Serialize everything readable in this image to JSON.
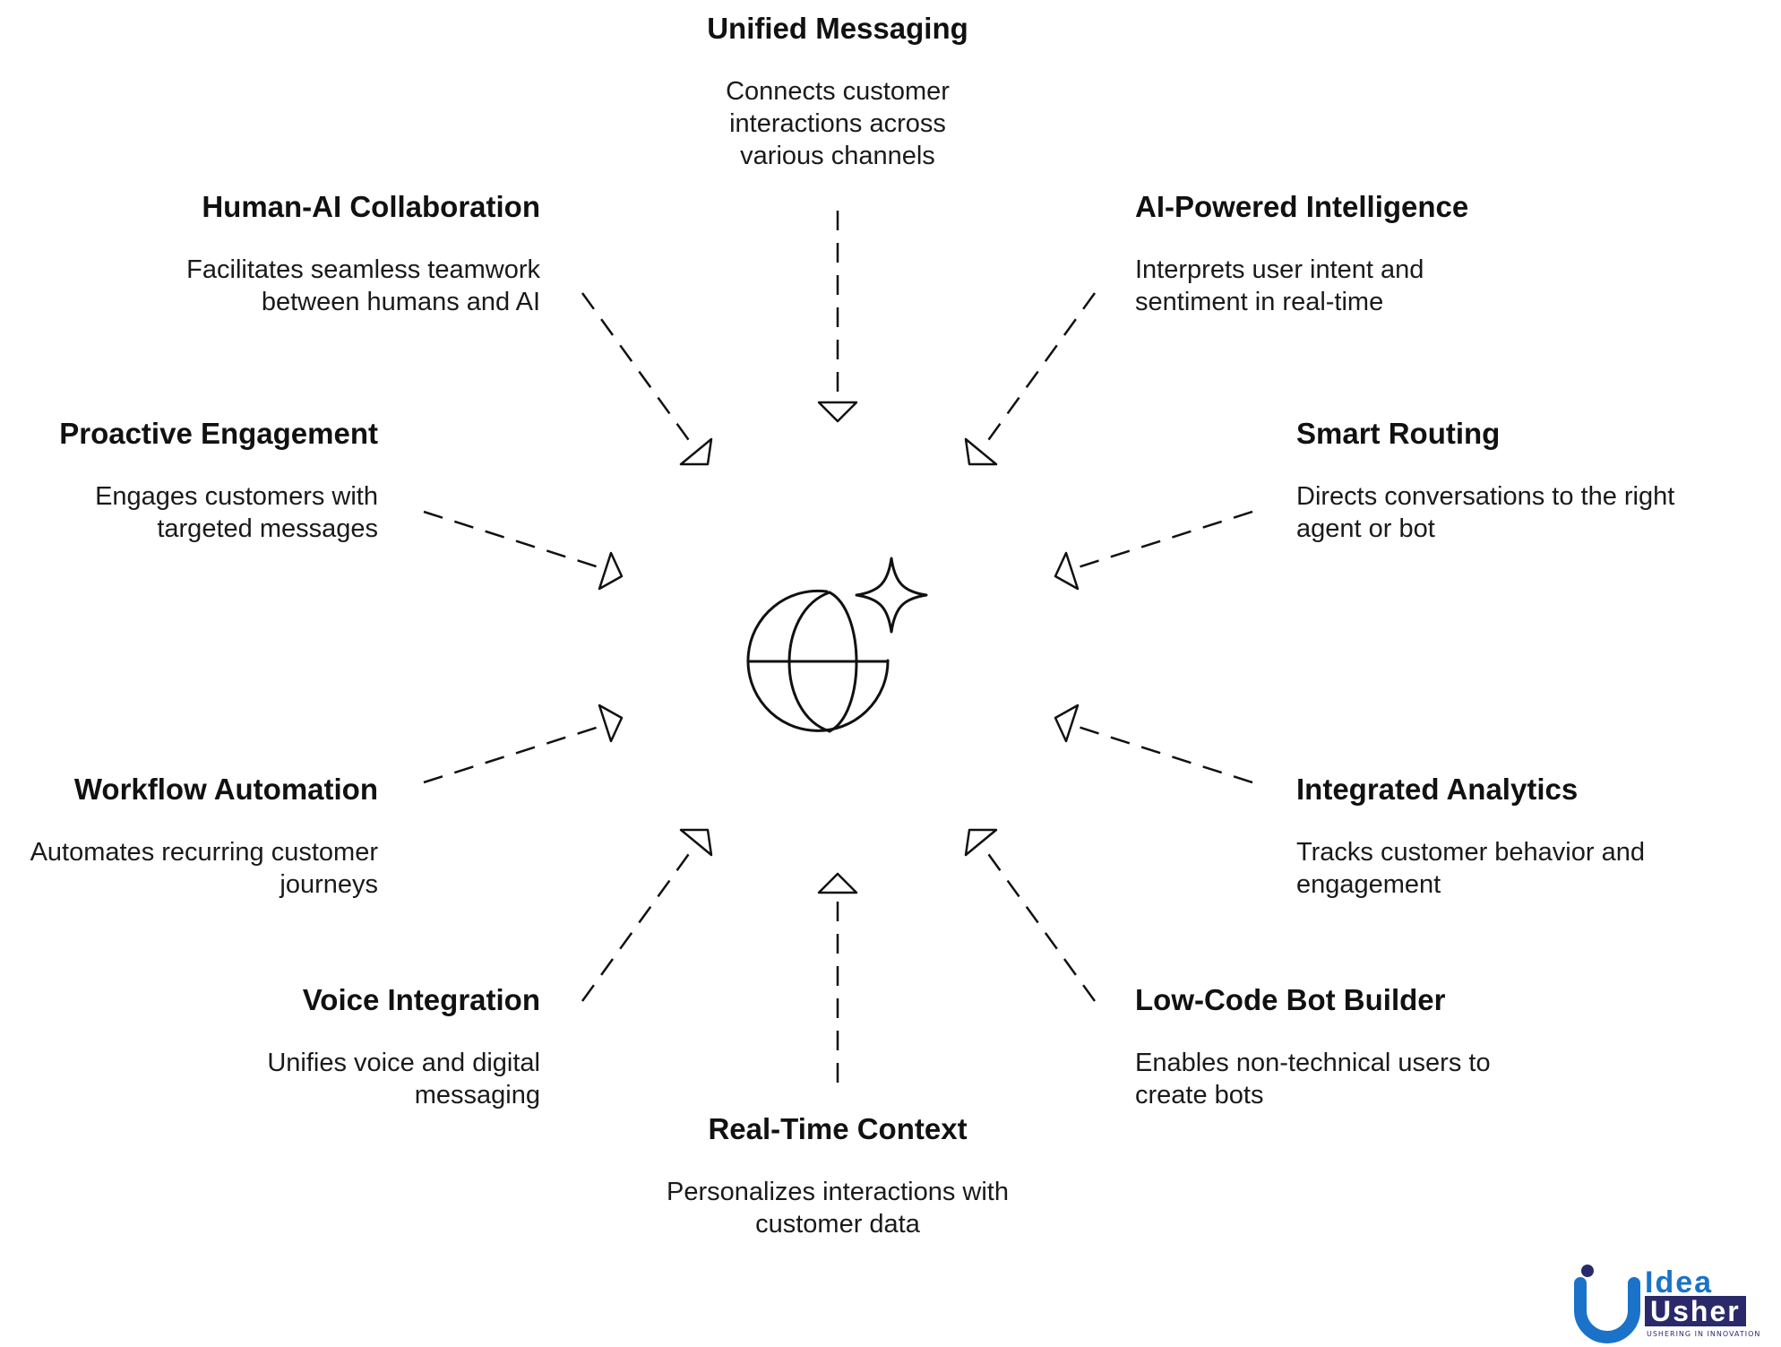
{
  "features": [
    {
      "id": "unified-messaging",
      "title": "Unified Messaging",
      "description": "Connects customer interactions across various channels"
    },
    {
      "id": "ai-powered-intelligence",
      "title": "AI-Powered Intelligence",
      "description": "Interprets user intent and sentiment in real-time"
    },
    {
      "id": "smart-routing",
      "title": "Smart Routing",
      "description": "Directs conversations to the right agent or bot"
    },
    {
      "id": "integrated-analytics",
      "title": "Integrated Analytics",
      "description": "Tracks customer behavior and engagement"
    },
    {
      "id": "low-code-bot-builder",
      "title": "Low-Code Bot Builder",
      "description": "Enables non-technical users to create bots"
    },
    {
      "id": "real-time-context",
      "title": "Real-Time Context",
      "description": "Personalizes interactions with customer data"
    },
    {
      "id": "voice-integration",
      "title": "Voice Integration",
      "description": "Unifies voice and digital messaging"
    },
    {
      "id": "workflow-automation",
      "title": "Workflow Automation",
      "description": "Automates recurring customer journeys"
    },
    {
      "id": "proactive-engagement",
      "title": "Proactive Engagement",
      "description": "Engages customers with targeted messages"
    },
    {
      "id": "human-ai-collaboration",
      "title": "Human-AI Collaboration",
      "description": "Facilitates seamless teamwork between humans and AI"
    }
  ],
  "center_icon": "globe-sparkle-icon",
  "logo": {
    "top_text": "Idea",
    "main_text": "Usher",
    "tagline": "USHERING IN INNOVATION",
    "primary_color": "#1a73c8",
    "secondary_color": "#2a2a6a"
  },
  "colors": {
    "line": "#111111",
    "text": "#111111"
  }
}
